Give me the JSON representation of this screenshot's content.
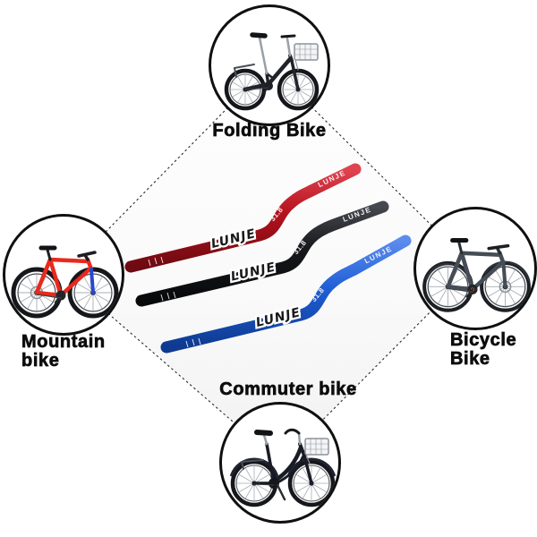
{
  "nodes": {
    "top": {
      "label": "Folding Bike",
      "photo": "folding-bike"
    },
    "left": {
      "line1": "Mountain",
      "line2": "bike",
      "photo": "mountain-bike"
    },
    "right": {
      "line1": "Bicycle",
      "line2": "Bike",
      "photo": "bicycle-bike"
    },
    "bottom": {
      "label": "Commuter bike",
      "photo": "commuter-bike"
    }
  },
  "handlebars": {
    "brand": "LUNJE",
    "clamp_size": "31.8",
    "items": [
      {
        "name": "red riser handlebar",
        "color": "#b5121d"
      },
      {
        "name": "black riser handlebar",
        "color": "#17181b"
      },
      {
        "name": "blue riser handlebar",
        "color": "#1f5ed6"
      }
    ]
  },
  "colors": {
    "background": "#ffffff",
    "circle_border": "#101010",
    "connector_line": "#2a2a2a",
    "label_text": "#0d0d0d"
  }
}
